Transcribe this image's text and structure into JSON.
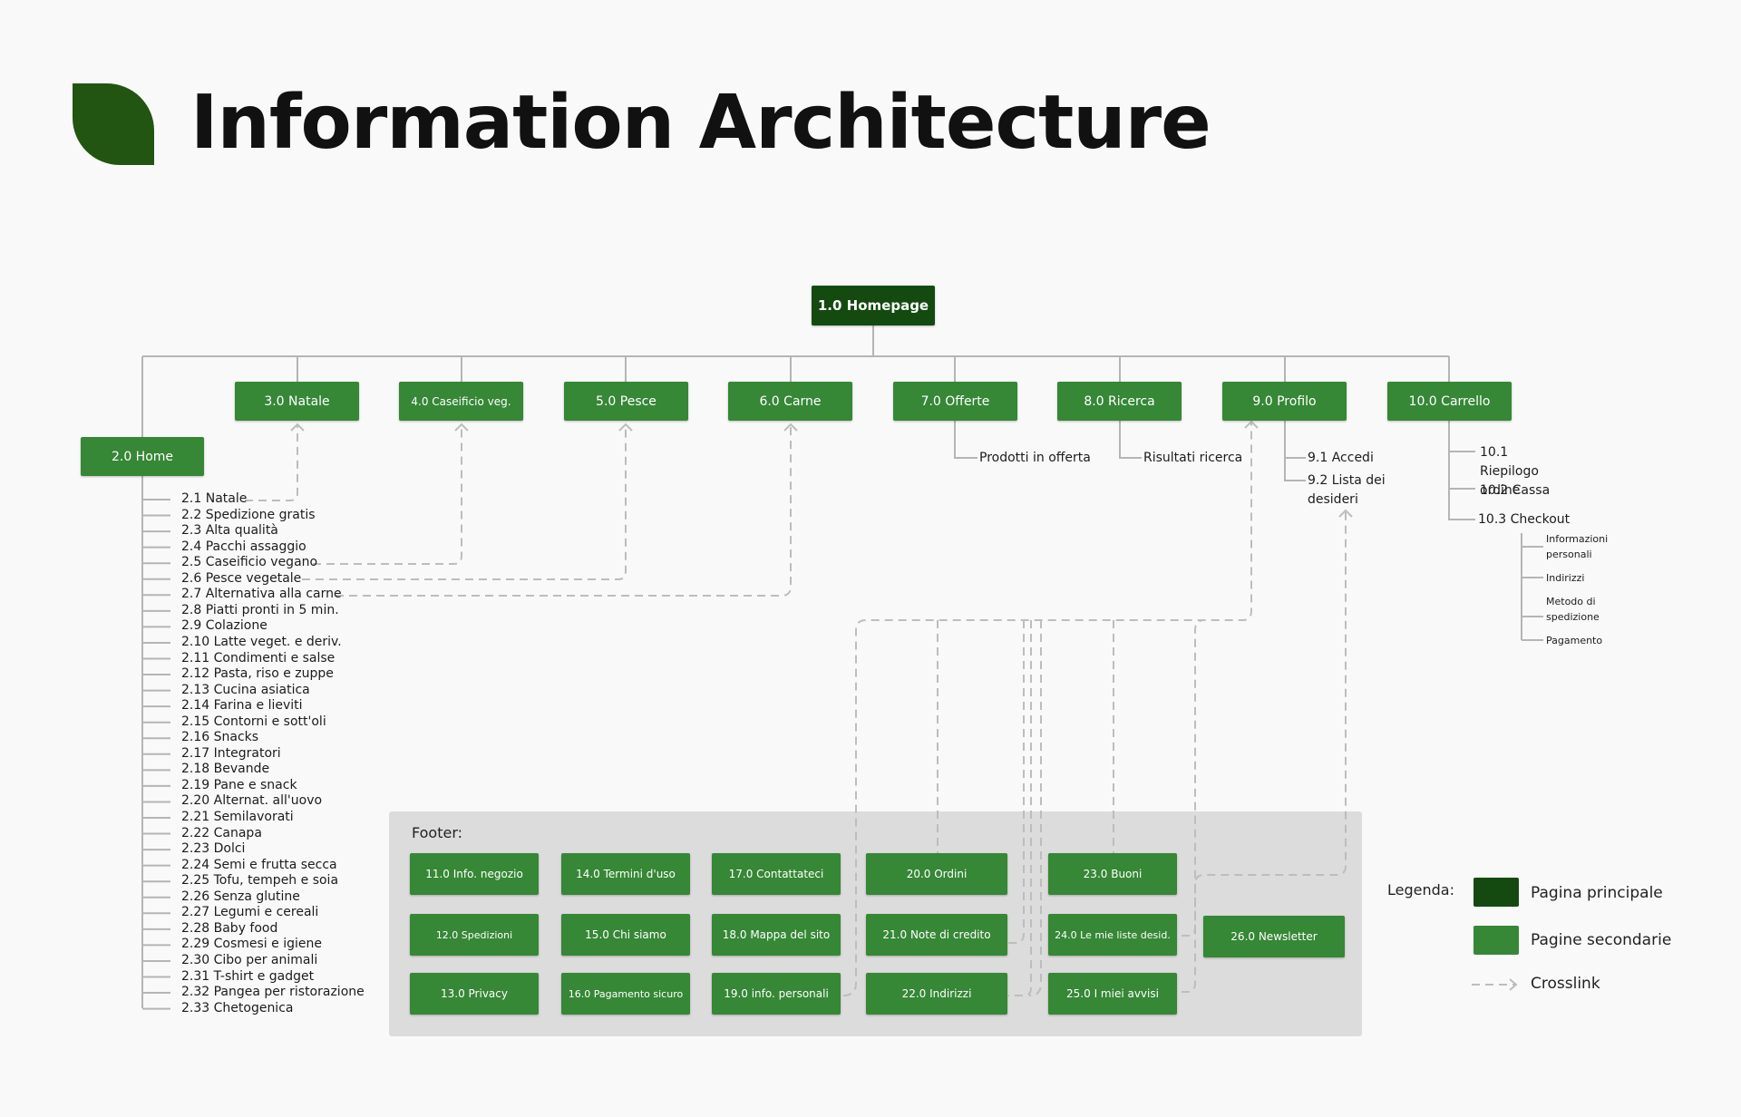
{
  "header": {
    "title": "Information Architecture"
  },
  "nodes": {
    "homepage": "1.0 Homepage",
    "home": "2.0 Home",
    "natale": "3.0 Natale",
    "caseificio": "4.0 Caseificio veg.",
    "pesce": "5.0 Pesce",
    "carne": "6.0 Carne",
    "offerte": "7.0 Offerte",
    "ricerca": "8.0 Ricerca",
    "profilo": "9.0 Profilo",
    "carrello": "10.0 Carrello"
  },
  "home_items": [
    "2.1 Natale",
    "2.2 Spedizione gratis",
    "2.3 Alta qualità",
    "2.4 Pacchi assaggio",
    "2.5 Caseificio vegano",
    "2.6 Pesce vegetale",
    "2.7 Alternativa alla carne",
    "2.8 Piatti pronti in 5 min.",
    "2.9 Colazione",
    "2.10 Latte veget. e deriv.",
    "2.11 Condimenti e salse",
    "2.12 Pasta, riso e zuppe",
    "2.13 Cucina asiatica",
    "2.14 Farina e lieviti",
    "2.15 Contorni e sott'oli",
    "2.16 Snacks",
    "2.17 Integratori",
    "2.18 Bevande",
    "2.19 Pane e snack",
    "2.20 Alternat. all'uovo",
    "2.21 Semilavorati",
    "2.22 Canapa",
    "2.23 Dolci",
    "2.24 Semi e frutta secca",
    "2.25 Tofu, tempeh e soia",
    "2.26 Senza glutine",
    "2.27 Legumi e cereali",
    "2.28 Baby food",
    "2.29 Cosmesi e igiene",
    "2.30 Cibo per animali",
    "2.31 T-shirt e gadget",
    "2.32 Pangea per ristorazione",
    "2.33 Chetogenica"
  ],
  "subpages": {
    "offerte": "Prodotti in offerta",
    "ricerca": "Risultati ricerca",
    "accedi": "9.1 Accedi",
    "lista": "9.2 Lista dei desideri",
    "riepilogo": "10.1 Riepilogo ordine",
    "cassa": "10.2 Cassa",
    "checkout": "10.3 Checkout",
    "checkout_items": [
      "Informazioni personali",
      "Indirizzi",
      "Metodo di spedizione",
      "Pagamento"
    ]
  },
  "footer": {
    "title": "Footer:",
    "items": [
      "11.0 Info. negozio",
      "12.0 Spedizioni",
      "13.0 Privacy",
      "14.0 Termini d'uso",
      "15.0 Chi siamo",
      "16.0 Pagamento sicuro",
      "17.0 Contattateci",
      "18.0 Mappa del sito",
      "19.0 info. personali",
      "20.0 Ordini",
      "21.0 Note di credito",
      "22.0 Indirizzi",
      "23.0 Buoni",
      "24.0 Le mie liste desid.",
      "25.0 I miei avvisi",
      "26.0 Newsletter"
    ]
  },
  "legend": {
    "title": "Legenda:",
    "principale": "Pagina principale",
    "secondarie": "Pagine secondarie",
    "crosslink": "Crosslink"
  },
  "colors": {
    "primary": "#144a10",
    "secondary": "#368736",
    "connector": "#b5b5b5",
    "footer_bg": "#dcdcdc",
    "logo": "#225511"
  }
}
